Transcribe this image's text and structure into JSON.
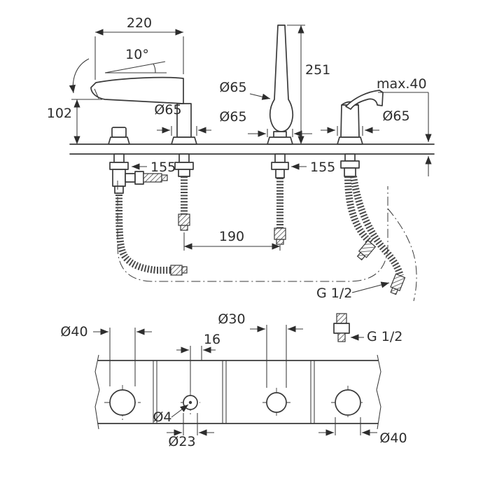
{
  "drawing": {
    "elevation": {
      "dim_spout_reach": "220",
      "dim_spout_angle": "10°",
      "dim_spout_height": "102",
      "dim_escutcheon_spout": "Ø65",
      "dim_escutcheon_shower_upper": "Ø65",
      "dim_escutcheon_shower": "Ø65",
      "dim_escutcheon_mixer": "Ø65",
      "dim_handshower_height": "251",
      "dim_max_deck_thickness": "max.40",
      "dim_below_deck_left": "155",
      "dim_below_deck_right": "155",
      "dim_hose_spacing": "190",
      "label_thread_elevation": "G 1/2"
    },
    "plan": {
      "dim_hole_spout": "Ø40",
      "dim_hole_shower": "Ø30",
      "dim_hole_offset": "16",
      "dim_pilot_hole": "Ø4",
      "dim_hole_small": "Ø23",
      "dim_hole_mixer": "Ø40",
      "label_thread_plan": "G 1/2"
    }
  }
}
